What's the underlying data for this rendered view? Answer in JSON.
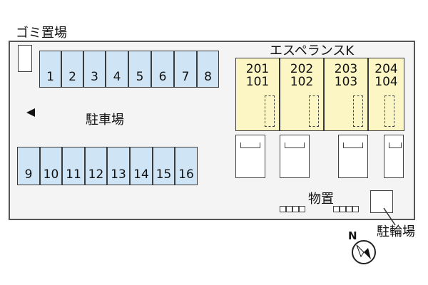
{
  "labels": {
    "garbage": "ゴミ置場",
    "building": "エスペランスK",
    "parking": "駐車場",
    "storage": "物置",
    "bicycle": "駐輪場",
    "north": "N"
  },
  "parking_top": [
    "1",
    "2",
    "3",
    "4",
    "5",
    "6",
    "7",
    "8"
  ],
  "parking_bottom": [
    "9",
    "10",
    "11",
    "12",
    "13",
    "14",
    "15",
    "16"
  ],
  "units": [
    {
      "upper": "201",
      "lower": "101"
    },
    {
      "upper": "202",
      "lower": "102"
    },
    {
      "upper": "203",
      "lower": "103"
    },
    {
      "upper": "204",
      "lower": "104"
    }
  ],
  "colors": {
    "parking_fill": "#cfe5f6",
    "building_fill": "#fbf6c4",
    "lot_fill": "#f4f4f4",
    "outline": "#3a3a3a"
  },
  "icons": {
    "entrance": "left-arrow-icon",
    "compass": "compass-icon"
  }
}
